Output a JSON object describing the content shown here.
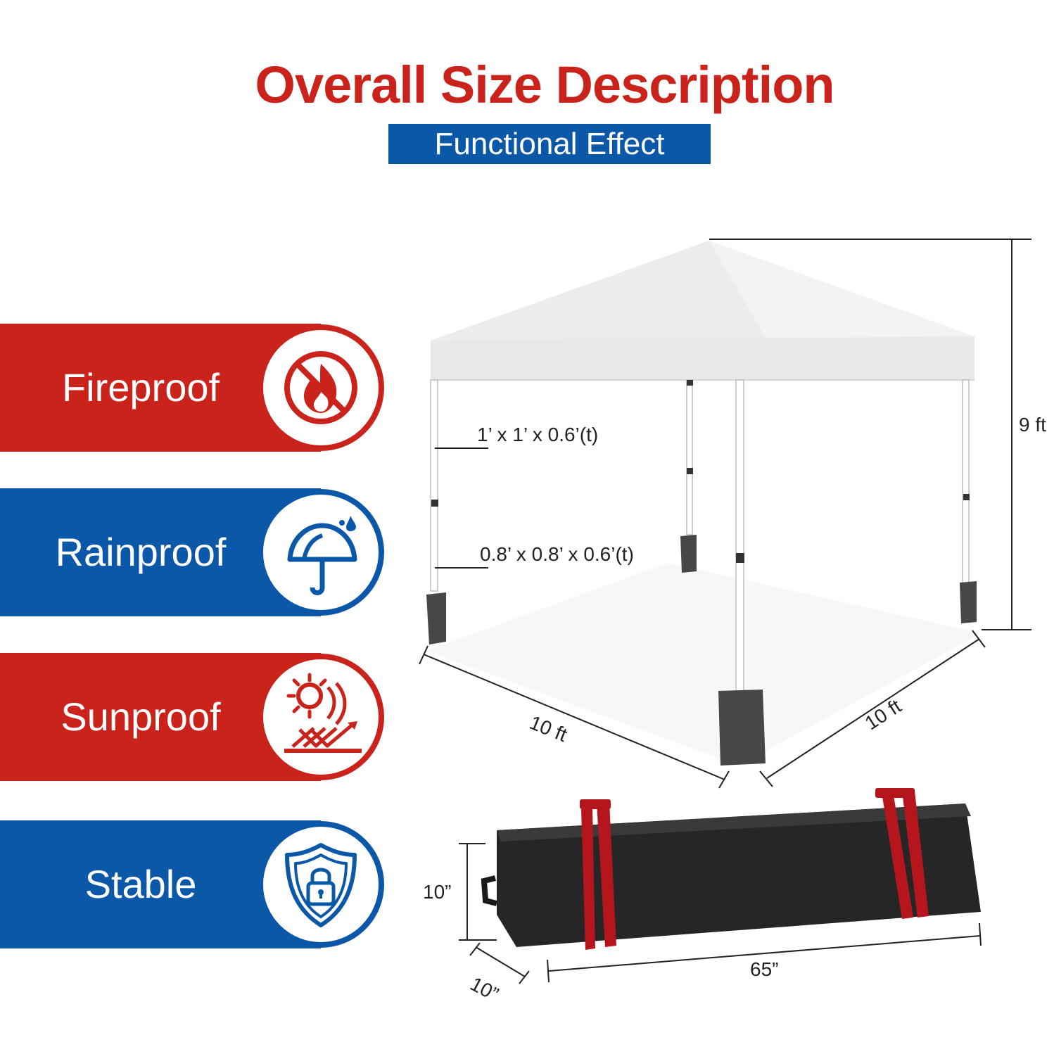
{
  "header": {
    "title": "Overall Size Description",
    "subtitle": "Functional Effect"
  },
  "colors": {
    "red": "#c9231b",
    "blue": "#0c58a8",
    "bag": "#262626",
    "strap": "#b5161d"
  },
  "features": [
    {
      "label": "Fireproof",
      "icon": "no-fire-icon",
      "color": "red"
    },
    {
      "label": "Rainproof",
      "icon": "umbrella-icon",
      "color": "blue"
    },
    {
      "label": "Sunproof",
      "icon": "sun-uv-icon",
      "color": "red"
    },
    {
      "label": "Stable",
      "icon": "shield-lock-icon",
      "color": "blue"
    }
  ],
  "dimensions": {
    "height": "9 ft",
    "width_left": "10 ft",
    "width_right": "10 ft",
    "sandbag_large": "1’ x 1’ x 0.6’(t)",
    "sandbag_small": "0.8’ x 0.8’ x 0.6’(t)",
    "bag_height": "10”",
    "bag_depth": "10”",
    "bag_length": "65”"
  }
}
